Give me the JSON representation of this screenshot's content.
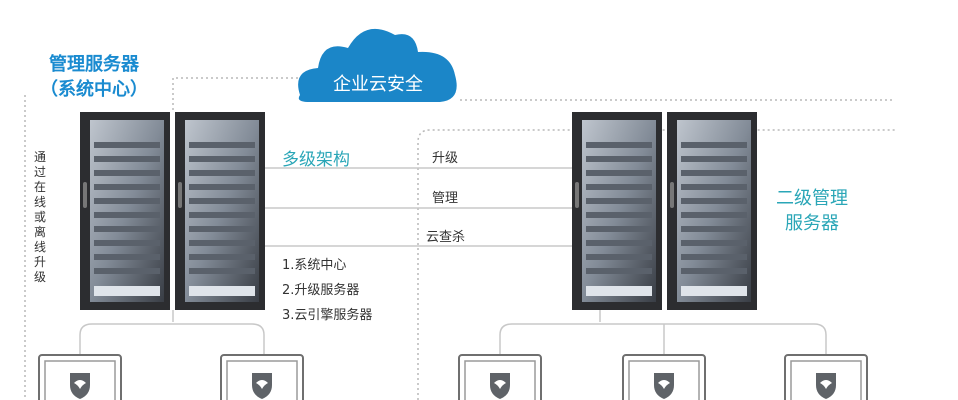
{
  "management_server": {
    "line1": "管理服务器",
    "line2": "（系统中心）"
  },
  "cloud": {
    "label": "企业云安全"
  },
  "vertical_note": "通过在线或离线升级",
  "multi_level": "多级架构",
  "links": {
    "upgrade": "升级",
    "manage": "管理",
    "cloud_scan": "云查杀"
  },
  "secondary_server": {
    "line1": "二级管理",
    "line2": "服务器"
  },
  "roles": [
    "1.系统中心",
    "2.升级服务器",
    "3.云引擎服务器"
  ],
  "colors": {
    "cloud": "#1b86c8",
    "accent_blue": "#1a8bd0",
    "accent_teal": "#2aa6b7",
    "rack": "#2c2d30"
  }
}
